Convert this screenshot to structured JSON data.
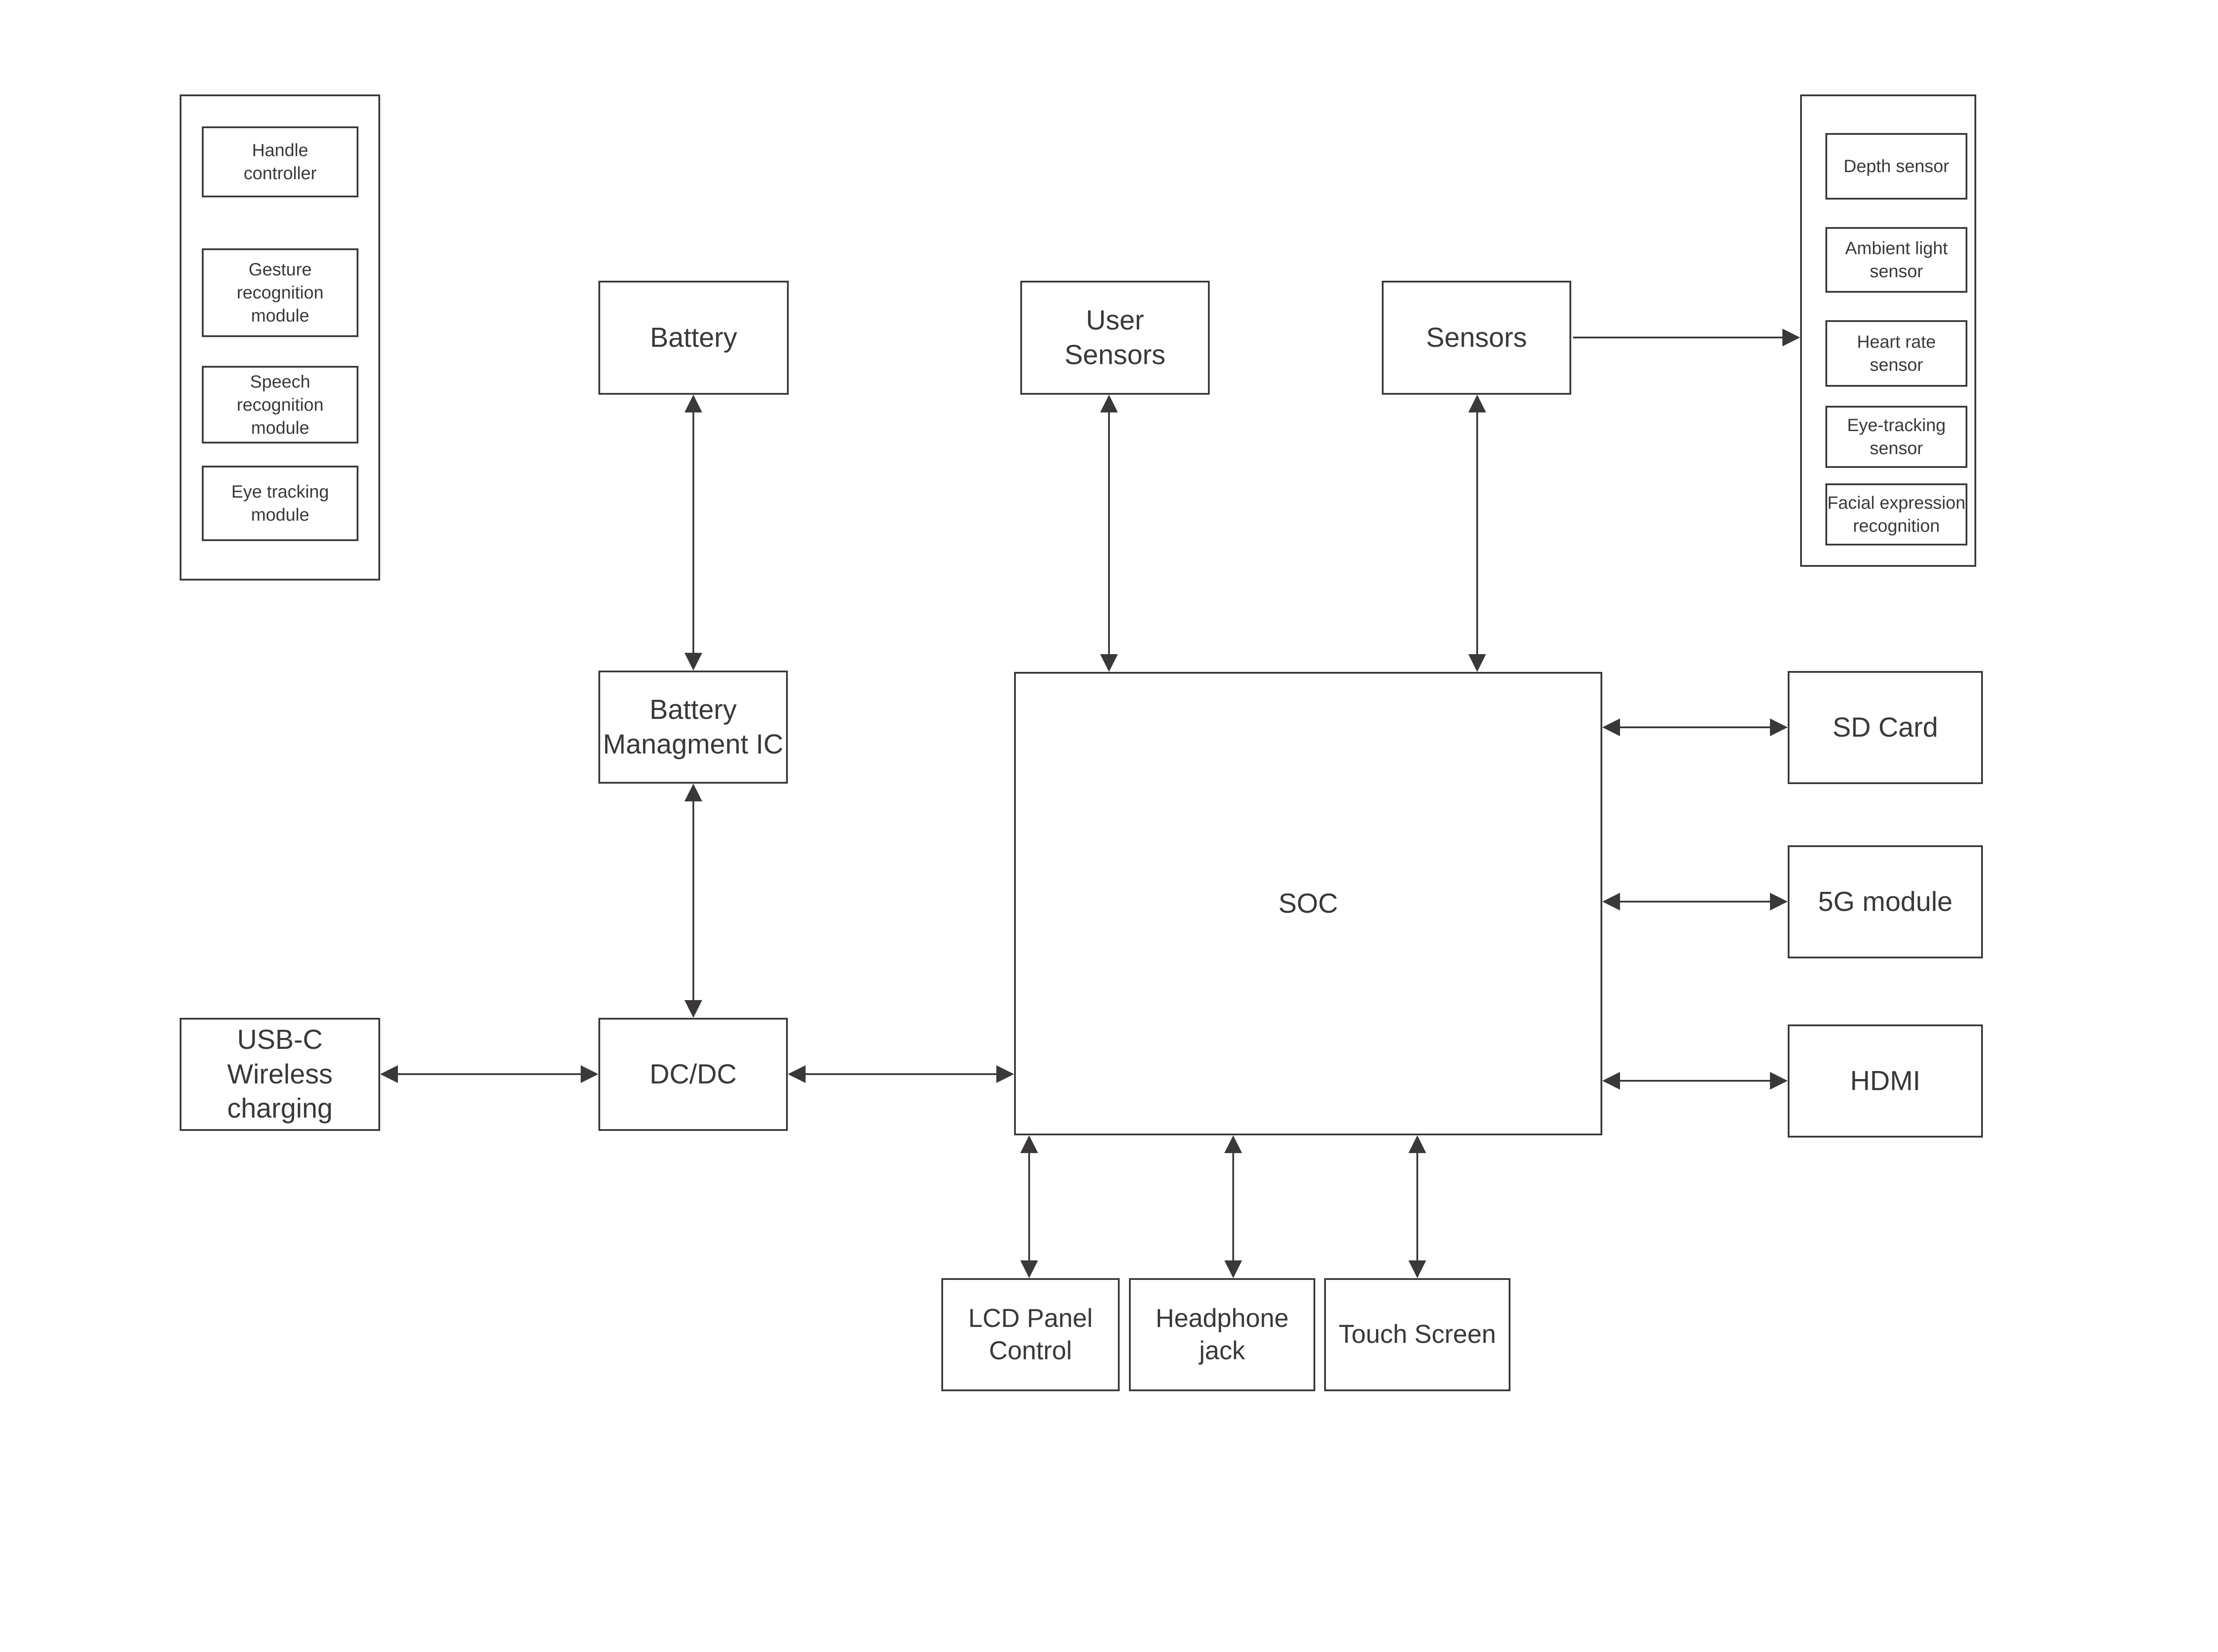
{
  "colors": {
    "line": "#3b3838",
    "background": "#ffffff"
  },
  "nodes": {
    "handle_controller": {
      "label": "Handle\ncontroller"
    },
    "gesture_recognition": {
      "label": "Gesture\nrecognition\nmodule"
    },
    "speech_recognition": {
      "label": "Speech\nrecognition\nmodule"
    },
    "eye_tracking_module": {
      "label": "Eye tracking\nmodule"
    },
    "battery": {
      "label": "Battery"
    },
    "user_sensors": {
      "label": "User\nSensors"
    },
    "sensors": {
      "label": "Sensors"
    },
    "depth_sensor": {
      "label": "Depth sensor"
    },
    "ambient_light_sensor": {
      "label": "Ambient light\nsensor"
    },
    "heart_rate_sensor": {
      "label": "Heart rate\nsensor"
    },
    "eye_tracking_sensor": {
      "label": "Eye-tracking\nsensor"
    },
    "facial_expression": {
      "label": "Facial expression\nrecognition"
    },
    "battery_managment_ic": {
      "label": "Battery\nManagment IC"
    },
    "soc": {
      "label": "SOC"
    },
    "sd_card": {
      "label": "SD Card"
    },
    "g5_module": {
      "label": "5G module"
    },
    "hdmi": {
      "label": "HDMI"
    },
    "usb_c_wireless_charging": {
      "label": "USB-C\nWireless\ncharging"
    },
    "dc_dc": {
      "label": "DC/DC"
    },
    "lcd_panel_control": {
      "label": "LCD Panel\nControl"
    },
    "headphone_jack": {
      "label": "Headphone jack"
    },
    "touch_screen": {
      "label": "Touch Screen"
    }
  },
  "edges": [
    {
      "from": "battery",
      "to": "battery_managment_ic",
      "direction": "both"
    },
    {
      "from": "battery_managment_ic",
      "to": "dc_dc",
      "direction": "both"
    },
    {
      "from": "user_sensors",
      "to": "soc",
      "direction": "both"
    },
    {
      "from": "sensors",
      "to": "soc",
      "direction": "both"
    },
    {
      "from": "sensors",
      "to": "sensor_group",
      "direction": "forward"
    },
    {
      "from": "soc",
      "to": "sd_card",
      "direction": "both"
    },
    {
      "from": "soc",
      "to": "g5_module",
      "direction": "both"
    },
    {
      "from": "soc",
      "to": "hdmi",
      "direction": "both"
    },
    {
      "from": "usb_c_wireless_charging",
      "to": "dc_dc",
      "direction": "both"
    },
    {
      "from": "dc_dc",
      "to": "soc",
      "direction": "both"
    },
    {
      "from": "soc",
      "to": "lcd_panel_control",
      "direction": "both"
    },
    {
      "from": "soc",
      "to": "headphone_jack",
      "direction": "both"
    },
    {
      "from": "soc",
      "to": "touch_screen",
      "direction": "both"
    }
  ]
}
